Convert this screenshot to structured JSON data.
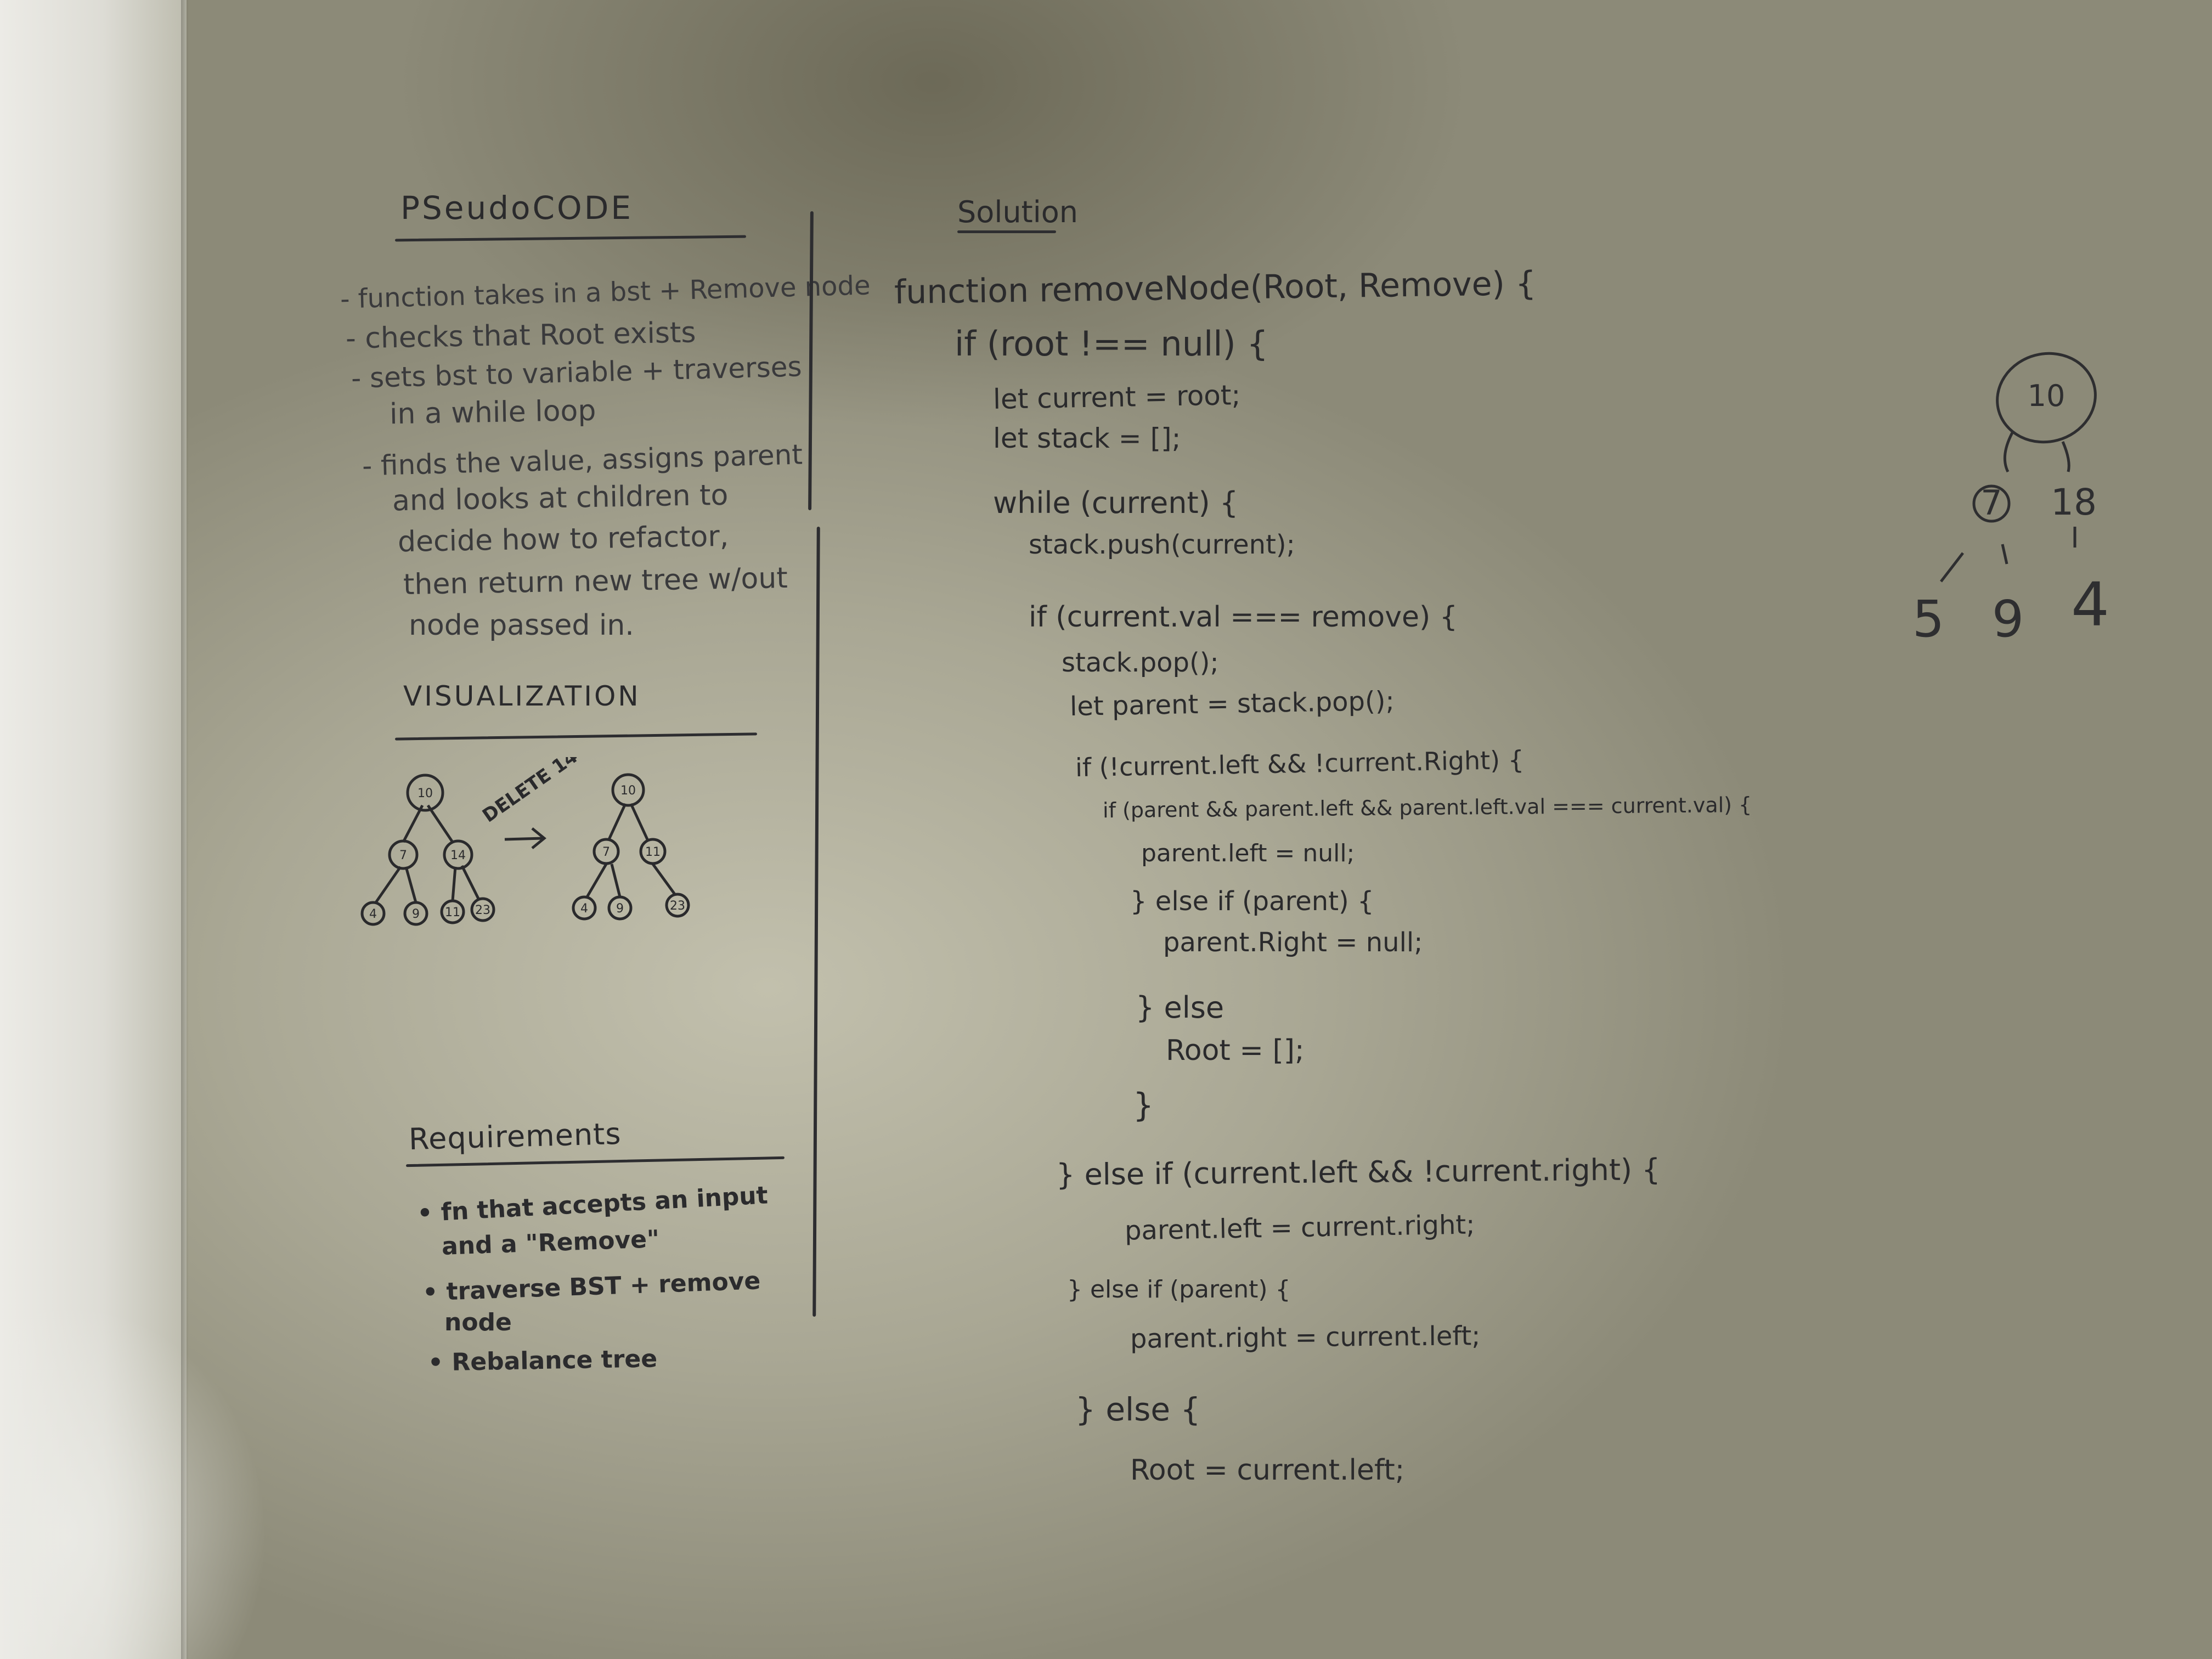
{
  "pseudocode": {
    "heading": "PSeudoCODE",
    "items": [
      "- function takes in a bst + Remove node",
      "- checks that Root exists",
      "- sets bst to variable + traverses",
      "in a while loop",
      "- finds the value, assigns parent",
      "and looks at children to",
      "decide how to refactor,",
      "then return new tree w/out",
      "node passed in."
    ]
  },
  "visualization": {
    "heading": "VISUALIZATION",
    "arrow_label": "DELETE 14",
    "before_tree": [
      "10",
      "7",
      "14",
      "4",
      "9",
      "11",
      "23"
    ],
    "after_tree": [
      "10",
      "7",
      "11",
      "4",
      "9",
      "23"
    ]
  },
  "requirements": {
    "heading": "Requirements",
    "items": [
      "• fn that accepts an input",
      "and a \"Remove\"",
      "• traverse BST + remove",
      "node",
      "• Rebalance tree"
    ]
  },
  "solution": {
    "heading": "Solution",
    "lines": [
      "function removeNode(Root, Remove) {",
      "if (root !== null) {",
      "let current = root;",
      "let stack = [];",
      "while (current) {",
      "stack.push(current);",
      "if (current.val === remove) {",
      "stack.pop();",
      "let parent = stack.pop();",
      "if (!current.left && !current.Right) {",
      "if (parent && parent.left && parent.left.val === current.val) {",
      "parent.left = null;",
      "} else if (parent) {",
      "parent.Right = null;",
      "} else",
      "Root = [];",
      "}",
      "} else if (current.left && !current.right) {",
      "parent.left = current.right;",
      "} else if (parent) {",
      "parent.right = current.left;",
      "} else {",
      "Root = current.left;"
    ]
  },
  "side_tree": {
    "nodes": [
      "10",
      "7",
      "18",
      "5",
      "9",
      "4"
    ]
  }
}
